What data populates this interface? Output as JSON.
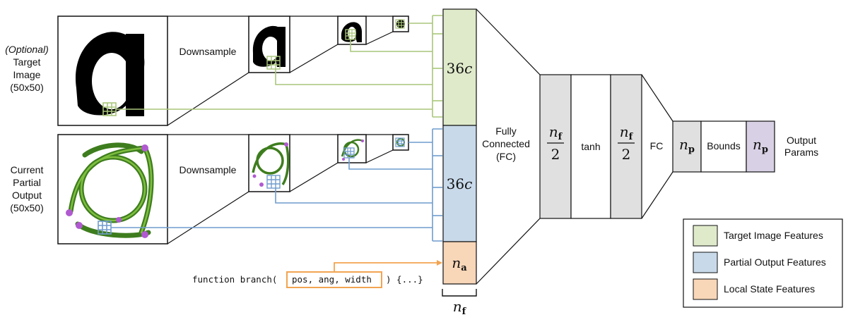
{
  "target_image": {
    "optional_label": "(Optional)",
    "label_line1": "Target",
    "label_line2": "Image",
    "size": "(50x50)",
    "glyph": "a",
    "downsample": "Downsample"
  },
  "current_output": {
    "label_line1": "Current",
    "label_line2": "Partial",
    "label_line3": "Output",
    "size": "(50x50)",
    "downsample": "Downsample"
  },
  "feature_column": {
    "target_block": {
      "coef": "36",
      "var": "c"
    },
    "partial_block": {
      "coef": "36",
      "var": "c"
    },
    "state_block": {
      "var": "n",
      "sub": "a"
    },
    "width": {
      "var": "n",
      "sub": "f"
    }
  },
  "fc": {
    "label_line1": "Fully",
    "label_line2": "Connected",
    "label_line3": "(FC)"
  },
  "hidden": {
    "layer1": {
      "var": "n",
      "sub": "f",
      "den": "2"
    },
    "activation": "tanh",
    "layer2": {
      "var": "n",
      "sub": "f",
      "den": "2"
    },
    "fc_label": "FC"
  },
  "output": {
    "params_block": {
      "var": "n",
      "sub": "p"
    },
    "bounds": "Bounds",
    "bounded_block": {
      "var": "n",
      "sub": "p"
    },
    "label_line1": "Output",
    "label_line2": "Params"
  },
  "code": {
    "prefix": "function branch(",
    "args": "pos, ang, width",
    "suffix": ") {...}"
  },
  "legend": {
    "items": [
      {
        "label": "Target Image Features",
        "color": "#dfeaca"
      },
      {
        "label": "Partial Output Features",
        "color": "#c8d9ea"
      },
      {
        "label": "Local State Features",
        "color": "#f8d6b8"
      }
    ]
  },
  "colors": {
    "green_line": "#a9c67a",
    "blue_line": "#6f9ccd",
    "orange_line": "#f2a451",
    "gray_block": "#e0e0e0",
    "purple_block": "#d8d0e4",
    "vine_green": "#3e7d1e",
    "flower_purple": "#b05ad0"
  }
}
